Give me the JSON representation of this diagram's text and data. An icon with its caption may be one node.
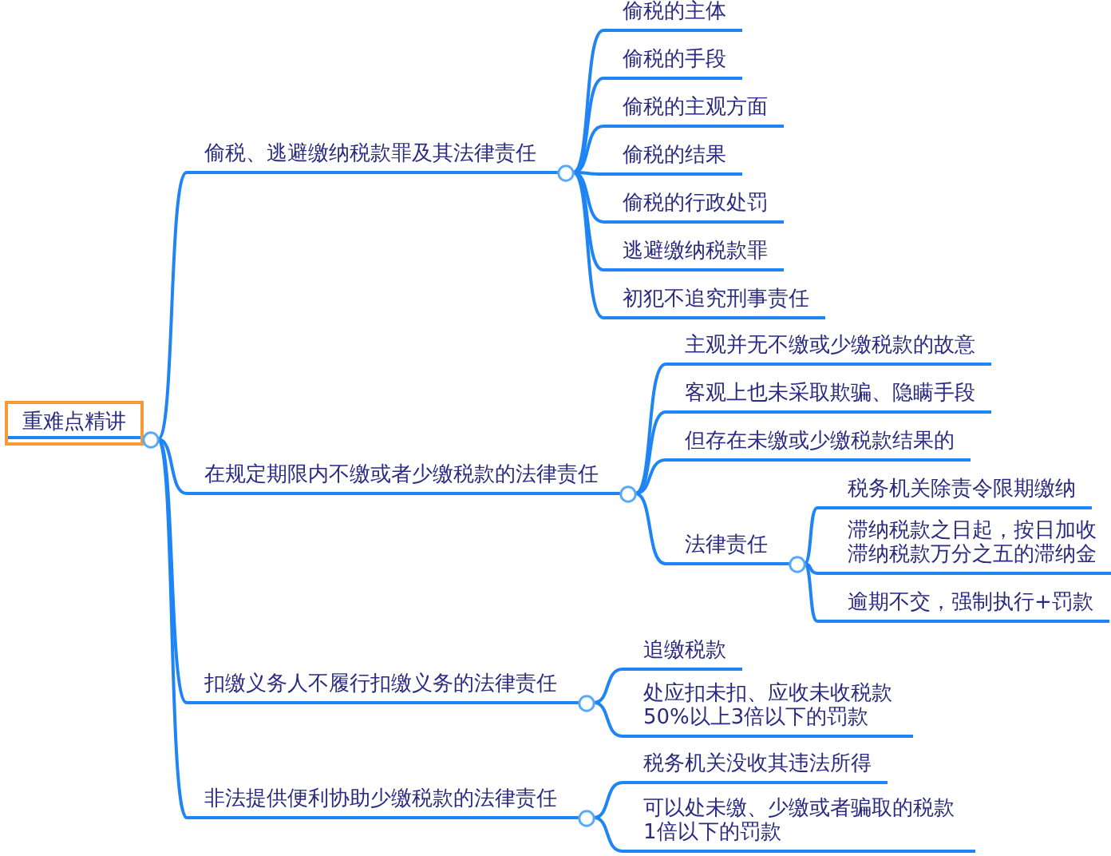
{
  "diagram": {
    "nodes": [
      {
        "text": [
          "重难点精讲"
        ]
      },
      {
        "text": [
          "偷税、逃避缴纳税款罪及其法律责任"
        ]
      },
      {
        "text": [
          "偷税的主体"
        ]
      },
      {
        "text": [
          "偷税的手段"
        ]
      },
      {
        "text": [
          "偷税的主观方面"
        ]
      },
      {
        "text": [
          "偷税的结果"
        ]
      },
      {
        "text": [
          "偷税的行政处罚"
        ]
      },
      {
        "text": [
          "逃避缴纳税款罪"
        ]
      },
      {
        "text": [
          "初犯不追究刑事责任"
        ]
      },
      {
        "text": [
          "在规定期限内不缴或者少缴税款的法律责任"
        ]
      },
      {
        "text": [
          "主观并无不缴或少缴税款的故意"
        ]
      },
      {
        "text": [
          "客观上也未采取欺骗、隐瞒手段"
        ]
      },
      {
        "text": [
          "但存在未缴或少缴税款结果的"
        ]
      },
      {
        "text": [
          "法律责任"
        ]
      },
      {
        "text": [
          "税务机关除责令限期缴纳"
        ]
      },
      {
        "text": [
          "滞纳税款之日起，按日加收滞纳税款万分之五的滞纳金"
        ]
      },
      {
        "text": [
          "逾期不交，强制执行+罚款"
        ]
      },
      {
        "text": [
          "扣缴义务人不履行扣缴义务的法律责任"
        ]
      },
      {
        "text": [
          "追缴税款"
        ]
      },
      {
        "text": [
          "处应扣未扣、应收未收税款50%以上3倍以下的罚款"
        ]
      },
      {
        "text": [
          "非法提供便利协助少缴税款的法律责任"
        ]
      },
      {
        "text": [
          "税务机关没收其违法所得"
        ]
      },
      {
        "text": [
          "可以处未缴、少缴或者骗取的税款1倍以下的罚款"
        ]
      }
    ],
    "edges": [
      {
        "from": 0,
        "to": 1,
        "arrow": "none"
      },
      {
        "from": 0,
        "to": 9,
        "arrow": "none"
      },
      {
        "from": 0,
        "to": 17,
        "arrow": "none"
      },
      {
        "from": 0,
        "to": 20,
        "arrow": "none"
      },
      {
        "from": 1,
        "to": 2,
        "arrow": "none"
      },
      {
        "from": 1,
        "to": 3,
        "arrow": "none"
      },
      {
        "from": 1,
        "to": 4,
        "arrow": "none"
      },
      {
        "from": 1,
        "to": 5,
        "arrow": "none"
      },
      {
        "from": 1,
        "to": 6,
        "arrow": "none"
      },
      {
        "from": 1,
        "to": 7,
        "arrow": "none"
      },
      {
        "from": 1,
        "to": 8,
        "arrow": "none"
      },
      {
        "from": 9,
        "to": 10,
        "arrow": "none"
      },
      {
        "from": 9,
        "to": 11,
        "arrow": "none"
      },
      {
        "from": 9,
        "to": 12,
        "arrow": "none"
      },
      {
        "from": 9,
        "to": 13,
        "arrow": "none"
      },
      {
        "from": 13,
        "to": 14,
        "arrow": "none"
      },
      {
        "from": 13,
        "to": 15,
        "arrow": "none"
      },
      {
        "from": 13,
        "to": 16,
        "arrow": "none"
      },
      {
        "from": 17,
        "to": 18,
        "arrow": "none"
      },
      {
        "from": 17,
        "to": 19,
        "arrow": "none"
      },
      {
        "from": 20,
        "to": 21,
        "arrow": "none"
      },
      {
        "from": 20,
        "to": 22,
        "arrow": "none"
      }
    ]
  }
}
